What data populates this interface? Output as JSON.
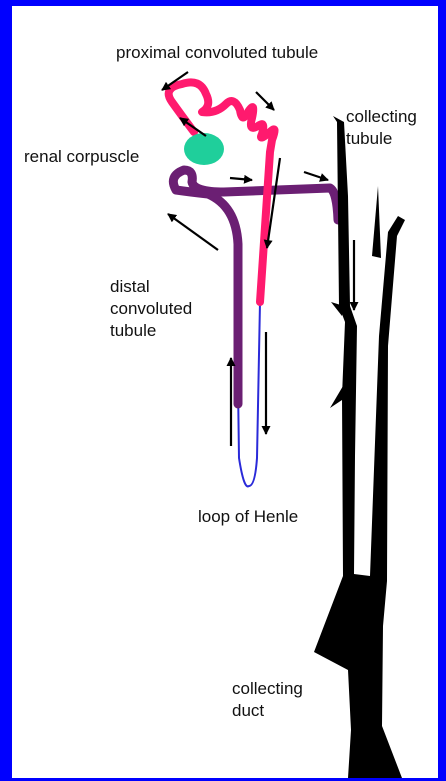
{
  "labels": {
    "proximal": "proximal convoluted tubule",
    "collecting_tubule": "collecting\ntubule",
    "renal_corpuscle": "renal corpuscle",
    "distal": "distal\nconvoluted\ntubule",
    "loop": "loop of Henle",
    "collecting_duct": "collecting\nduct"
  },
  "colors": {
    "frame": "#0000ff",
    "proximal_tubule": "#ff1a6e",
    "distal_tubule": "#6b1f73",
    "loop_of_henle": "#2a2ad9",
    "renal_corpuscle": "#1fcf9b",
    "collecting_system": "#000000",
    "arrows": "#000000"
  }
}
